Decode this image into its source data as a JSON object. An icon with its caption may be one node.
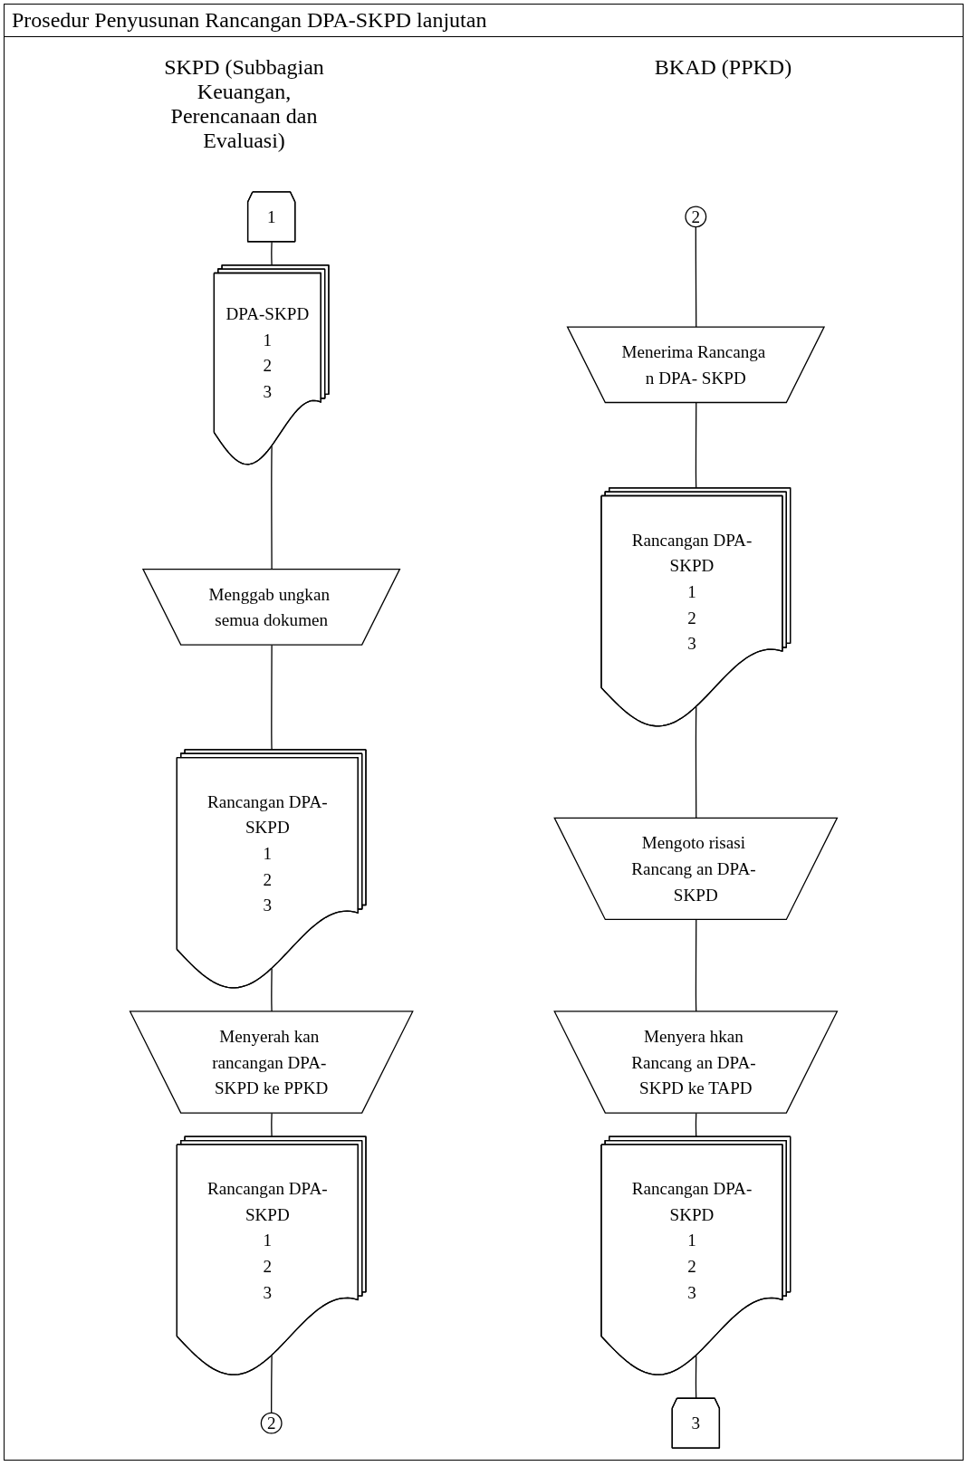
{
  "diagram": {
    "title": "Prosedur Penyusunan Rancangan DPA-SKPD lanjutan",
    "nodes": [
      {
        "text": [
          "1"
        ]
      },
      {
        "text": [
          "DPA-SKPD",
          "1",
          "2",
          "3"
        ]
      },
      {
        "text": [
          "Menggab ungkan semua dokumen"
        ]
      },
      {
        "text": [
          "Rancangan DPA-SKPD",
          "1",
          "2",
          "3"
        ]
      },
      {
        "text": [
          "Menyerah kan rancangan DPA- SKPD ke PPKD"
        ]
      },
      {
        "text": [
          "Rancangan DPA-SKPD",
          "1",
          "2",
          "3"
        ]
      },
      {
        "text": [
          "2"
        ]
      },
      {
        "text": [
          "2"
        ]
      },
      {
        "text": [
          "Menerima Rancanga n DPA- SKPD"
        ]
      },
      {
        "text": [
          "Rancangan DPA-SKPD",
          "1",
          "2",
          "3"
        ]
      },
      {
        "text": [
          "Mengoto risasi Rancang an DPA- SKPD"
        ]
      },
      {
        "text": [
          "Menyera hkan Rancang an DPA- SKPD ke TAPD"
        ]
      },
      {
        "text": [
          "Rancangan DPA-SKPD",
          "1",
          "2",
          "3"
        ]
      },
      {
        "text": [
          "3"
        ]
      }
    ],
    "edges": [
      {
        "from": 0,
        "to": 1,
        "arrow": "none"
      },
      {
        "from": 1,
        "to": 2,
        "arrow": "none"
      },
      {
        "from": 2,
        "to": 3,
        "arrow": "none"
      },
      {
        "from": 3,
        "to": 4,
        "arrow": "none"
      },
      {
        "from": 4,
        "to": 5,
        "arrow": "none"
      },
      {
        "from": 5,
        "to": 6,
        "arrow": "none"
      },
      {
        "from": 7,
        "to": 8,
        "arrow": "none"
      },
      {
        "from": 8,
        "to": 9,
        "arrow": "none"
      },
      {
        "from": 9,
        "to": 10,
        "arrow": "none"
      },
      {
        "from": 10,
        "to": 11,
        "arrow": "none"
      },
      {
        "from": 11,
        "to": 12,
        "arrow": "none"
      },
      {
        "from": 12,
        "to": 13,
        "arrow": "none"
      }
    ],
    "labels": [
      "SKPD (Subbagian Keuangan, Perencanaan dan Evaluasi)",
      "BKAD (PPKD)"
    ]
  }
}
